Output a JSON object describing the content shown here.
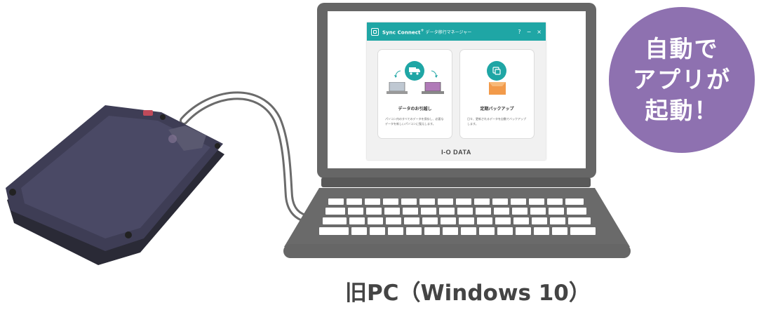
{
  "app_window": {
    "title": "Sync Connect",
    "title_superscript": "+",
    "subtitle": "データ移行マネージャー",
    "help_button": "?",
    "minimize_button": "−",
    "close_button": "×",
    "cards": [
      {
        "title": "データのお引越し",
        "description": "パソコン内のすべてのデータを保存し、必要なデータを新しいパソコンに復元します。",
        "icon": "truck-icon"
      },
      {
        "title": "定期バックアップ",
        "description": "日々、更新されるデータを自動でバックアップします。",
        "icon": "backup-icon"
      }
    ],
    "footer_logo": "I-O DATA",
    "accent_color": "#1fa6a5"
  },
  "badge": {
    "lines": [
      "自動で",
      "アプリが",
      "起動！"
    ],
    "color": "#8e71b0"
  },
  "caption": "旧PC（Windows 10）",
  "illustration": {
    "laptop": "laptop-illustration",
    "hdd": "external-hdd-illustration",
    "laptop_color": "#666666",
    "hdd_color": "#3e3d55"
  }
}
